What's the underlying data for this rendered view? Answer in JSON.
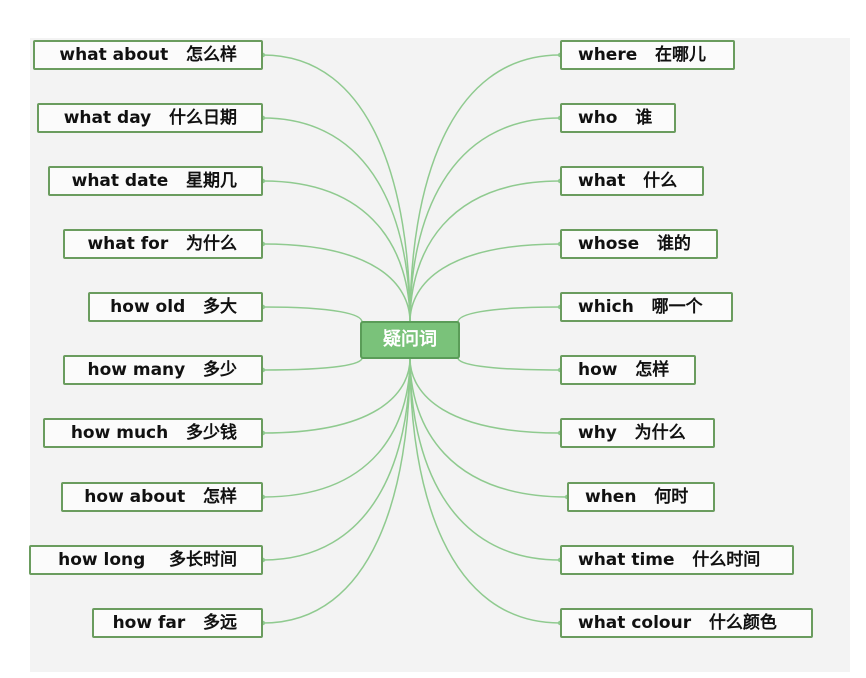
{
  "center": {
    "label": "疑问词"
  },
  "left": [
    {
      "label": "what about   怎么样"
    },
    {
      "label": "what day   什么日期"
    },
    {
      "label": "what date   星期几"
    },
    {
      "label": "what for   为什么"
    },
    {
      "label": "how old   多大"
    },
    {
      "label": "how many   多少"
    },
    {
      "label": "how much   多少钱"
    },
    {
      "label": "how about   怎样"
    },
    {
      "label": "how long    多长时间"
    },
    {
      "label": "how far   多远"
    }
  ],
  "right": [
    {
      "label": "where   在哪儿"
    },
    {
      "label": "who   谁"
    },
    {
      "label": "what   什么"
    },
    {
      "label": "whose   谁的"
    },
    {
      "label": "which   哪一个"
    },
    {
      "label": "how   怎样"
    },
    {
      "label": "why   为什么"
    },
    {
      "label": "when   何时"
    },
    {
      "label": "what time   什么时间"
    },
    {
      "label": "what colour   什么颜色"
    }
  ],
  "colors": {
    "line": "#8fca8f",
    "border": "#6a9c5e",
    "center_fill": "#7ac27a"
  }
}
